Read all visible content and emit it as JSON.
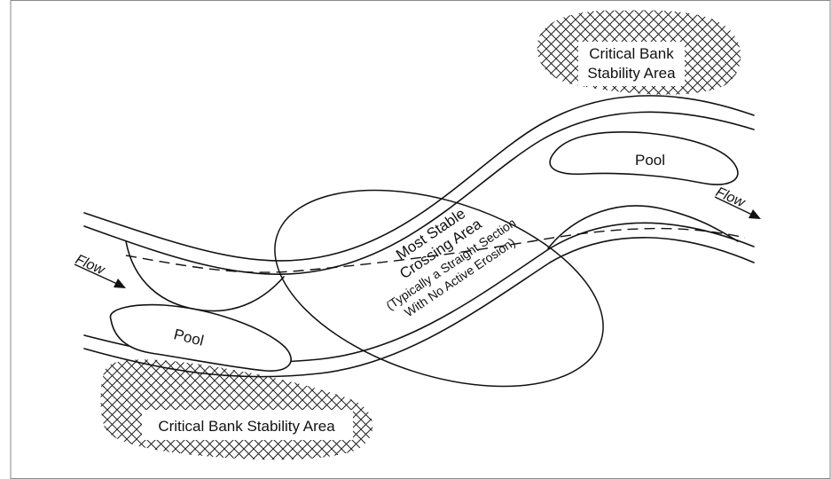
{
  "labels": {
    "critical_top_line1": "Critical Bank",
    "critical_top_line2": "Stability Area",
    "critical_bottom": "Critical Bank Stability Area",
    "pool_top": "Pool",
    "pool_bottom": "Pool",
    "flow_left": "Flow",
    "flow_right": "Flow",
    "crossing_line1": "Most Stable",
    "crossing_line2": "Crossing Area",
    "crossing_line3": "(Typically a Straight Section",
    "crossing_line4": "With No Active Erosion)"
  }
}
